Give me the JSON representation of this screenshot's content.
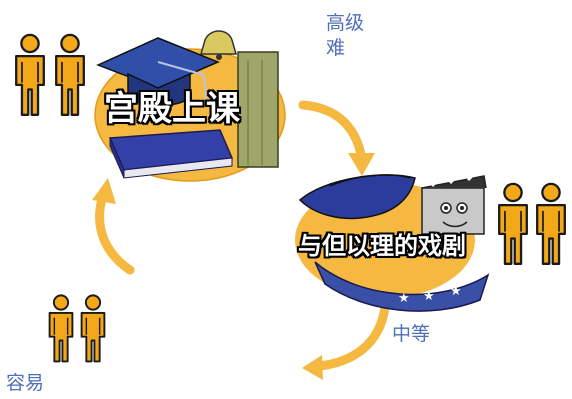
{
  "levels": {
    "hard": {
      "line1": "高级",
      "line2": "难"
    },
    "medium": "中等",
    "easy": "容易"
  },
  "items": {
    "palace_class": "宫殿上课",
    "drama": "与但以理的戏剧"
  },
  "colors": {
    "arrow": "#f5b840",
    "person": "#f2a818",
    "person_outline": "#1a1a1a",
    "label_blue": "#4f6fb8",
    "hat_blue": "#2a3c9c",
    "book_blue": "#3340a8"
  },
  "icons": {
    "people": "person-pair-icon",
    "graduation": "graduation-cap-icon",
    "book": "book-icon",
    "clapper": "clapperboard-icon",
    "hat": "wizard-hat-icon"
  }
}
